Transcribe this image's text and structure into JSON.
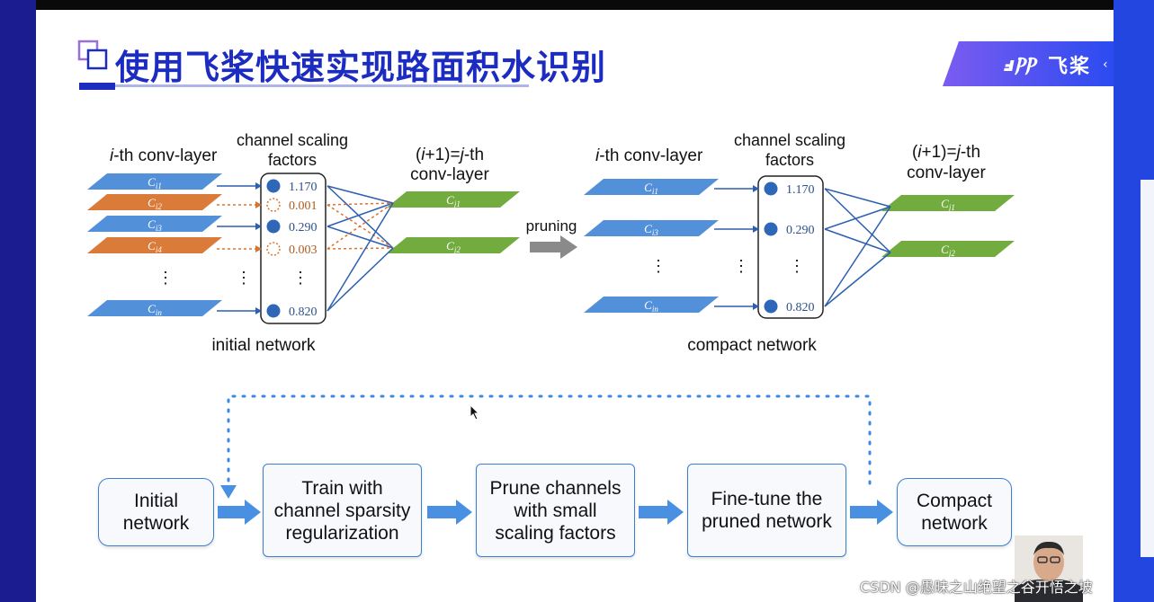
{
  "title": "使用飞桨快速实现路面积水识别",
  "logo": {
    "text": "飞桨",
    "mark": "PP"
  },
  "watermark": "CSDN @愚昧之山绝望之谷开悟之坡",
  "top_diagram": {
    "left": {
      "layer_label_prefix": "i",
      "layer_label": "-th conv-layer",
      "scaling_header": "channel scaling\nfactors",
      "next_layer": "(i+1)=j-th\nconv-layer",
      "caption": "initial network",
      "channels": [
        "C",
        "C",
        "C",
        "C",
        "C"
      ],
      "channel_subs": [
        "i1",
        "i2",
        "i3",
        "i4",
        "in"
      ],
      "factors": [
        "1.170",
        "0.001",
        "0.290",
        "0.003",
        "0.820"
      ],
      "out_channels": [
        "C",
        "C"
      ],
      "out_subs": [
        "j1",
        "j2"
      ]
    },
    "arrow_label": "pruning",
    "right": {
      "layer_label_prefix": "i",
      "layer_label": "-th conv-layer",
      "scaling_header": "channel scaling\nfactors",
      "next_layer": "(i+1)=j-th\nconv-layer",
      "caption": "compact network",
      "channels": [
        "C",
        "C",
        "C"
      ],
      "channel_subs": [
        "i1",
        "i3",
        "in"
      ],
      "factors": [
        "1.170",
        "0.290",
        "0.820"
      ],
      "out_channels": [
        "C",
        "C"
      ],
      "out_subs": [
        "j1",
        "j2"
      ]
    },
    "ellipsis": "⋮"
  },
  "flow": {
    "initial": "Initial\nnetwork",
    "train": "Train with\nchannel sparsity\nregularization",
    "prune": "Prune channels\nwith small\nscaling factors",
    "finetune": "Fine-tune the\npruned network",
    "compact": "Compact\nnetwork"
  },
  "colors": {
    "title": "#1c2cc0",
    "blue_channel": "#4a8ad8",
    "orange_channel": "#d9742f",
    "green_channel": "#6aa834",
    "arrow": "#4a90e2",
    "right_panel": "#2446e0"
  }
}
